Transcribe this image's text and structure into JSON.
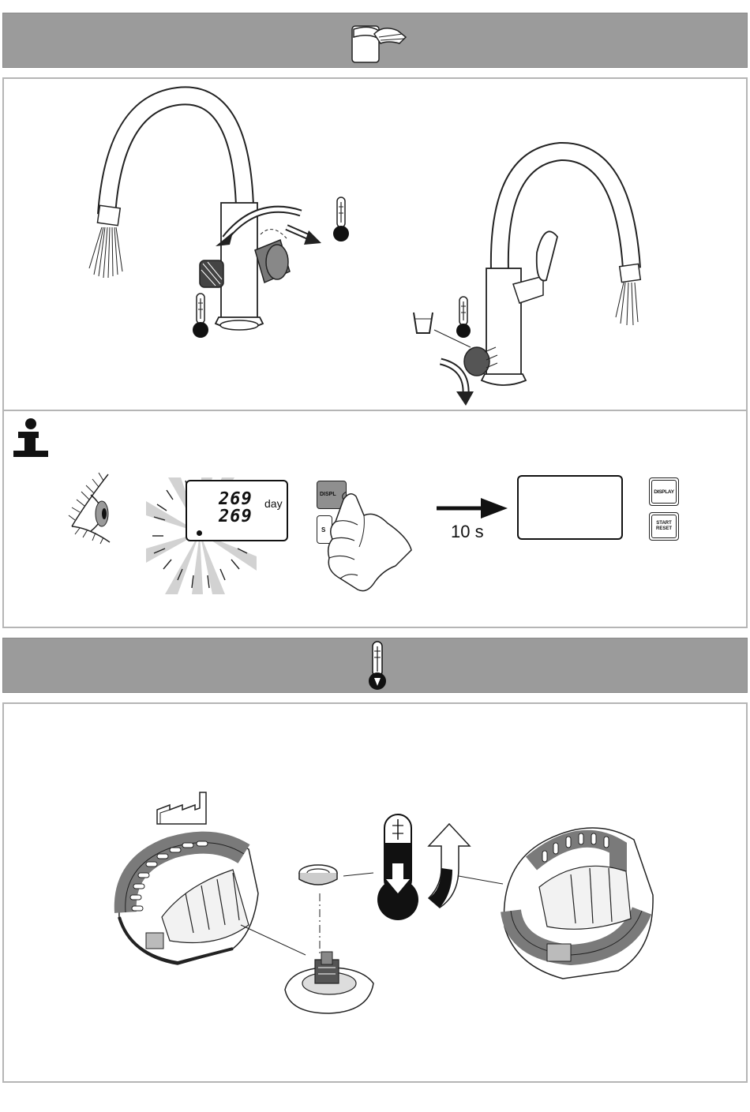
{
  "counter": {
    "value_top": "269",
    "value_bottom": "269",
    "unit": "day"
  },
  "buttons": {
    "display_label": "DISPLAY",
    "start_reset_line1": "START",
    "start_reset_line2": "RESET",
    "display_partial": "DISPL",
    "start_partial": "S"
  },
  "timer": {
    "duration": "10 s"
  },
  "icons": {
    "band1": "faucet-cleaning-icon",
    "band2": "cold-thermometer-down-icon",
    "info": "info-icon",
    "eye": "eye-icon",
    "factory": "factory-icon"
  }
}
